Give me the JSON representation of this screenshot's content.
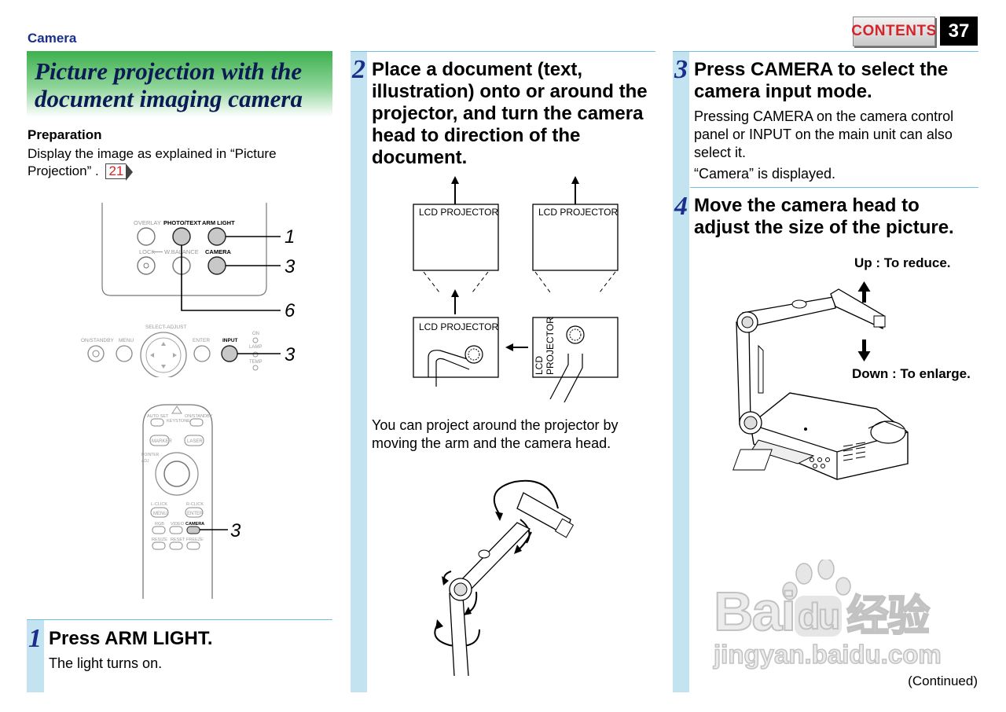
{
  "header": {
    "section": "Camera",
    "contents_label": "CONTENTS",
    "page_number": "37"
  },
  "title": "Picture projection with the document imaging camera",
  "preparation": {
    "heading": "Preparation",
    "text": "Display the image as explained in “Picture Projection” .",
    "page_ref": "21"
  },
  "panel_labels": {
    "overlay": "OVERLAY",
    "photo_text": "PHOTO/TEXT",
    "arm_light": "ARM LIGHT",
    "lock": "LOCK",
    "w_balance": "W.BALANCE",
    "camera": "CAMERA",
    "select_adjust": "SELECT-ADJUST",
    "on_standby": "ON/STANDBY",
    "menu": "MENU",
    "enter": "ENTER",
    "input": "INPUT",
    "on": "ON",
    "lamp": "LAMP",
    "temp": "TEMP"
  },
  "remote_labels": {
    "auto_set": "AUTO SET",
    "keystone": "KEYSTONE",
    "on_standby": "ON/STANDBY",
    "marker": "MARKER",
    "laser": "LASER",
    "pointer": "POINTER",
    "adj": "ADJ",
    "l_click": "L-CLICK",
    "r_click": "R-CLICK",
    "menu": "MENU",
    "enter": "ENTER",
    "rgb": "RGB",
    "video": "VIDEO",
    "camera": "CAMERA",
    "resize": "RESIZE",
    "reset": "RESET",
    "freeze": "FREEZE"
  },
  "callouts": [
    "1",
    "3",
    "6",
    "3",
    "3"
  ],
  "steps": [
    {
      "num": "1",
      "heading": "Press ARM LIGHT.",
      "body": [
        "The light turns on."
      ]
    },
    {
      "num": "2",
      "heading": "Place a document (text, illustration) onto or around the projector, and turn the camera head to direction of the document.",
      "body": [
        "You can project around the projector by moving the arm and the camera head."
      ]
    },
    {
      "num": "3",
      "heading": "Press CAMERA to select the camera input mode.",
      "body": [
        "Pressing CAMERA on the camera control panel or INPUT on the main unit can also select it.",
        "“Camera” is displayed."
      ]
    },
    {
      "num": "4",
      "heading": "Move the camera head to adjust the size of the picture.",
      "body": []
    }
  ],
  "diagram_labels": {
    "lcd_projector": "LCD PROJECTOR",
    "lcd": "LCD",
    "projector": "PROJECTOR"
  },
  "camera_labels": {
    "up_key": "Up",
    "up_desc": ": To reduce.",
    "down_key": "Down",
    "down_desc": ": To enlarge."
  },
  "watermark": {
    "brand": "Bai",
    "brand_du": "du",
    "brand_cn": "经验",
    "url": "jingyan.baidu.com"
  },
  "continued": "(Continued)"
}
